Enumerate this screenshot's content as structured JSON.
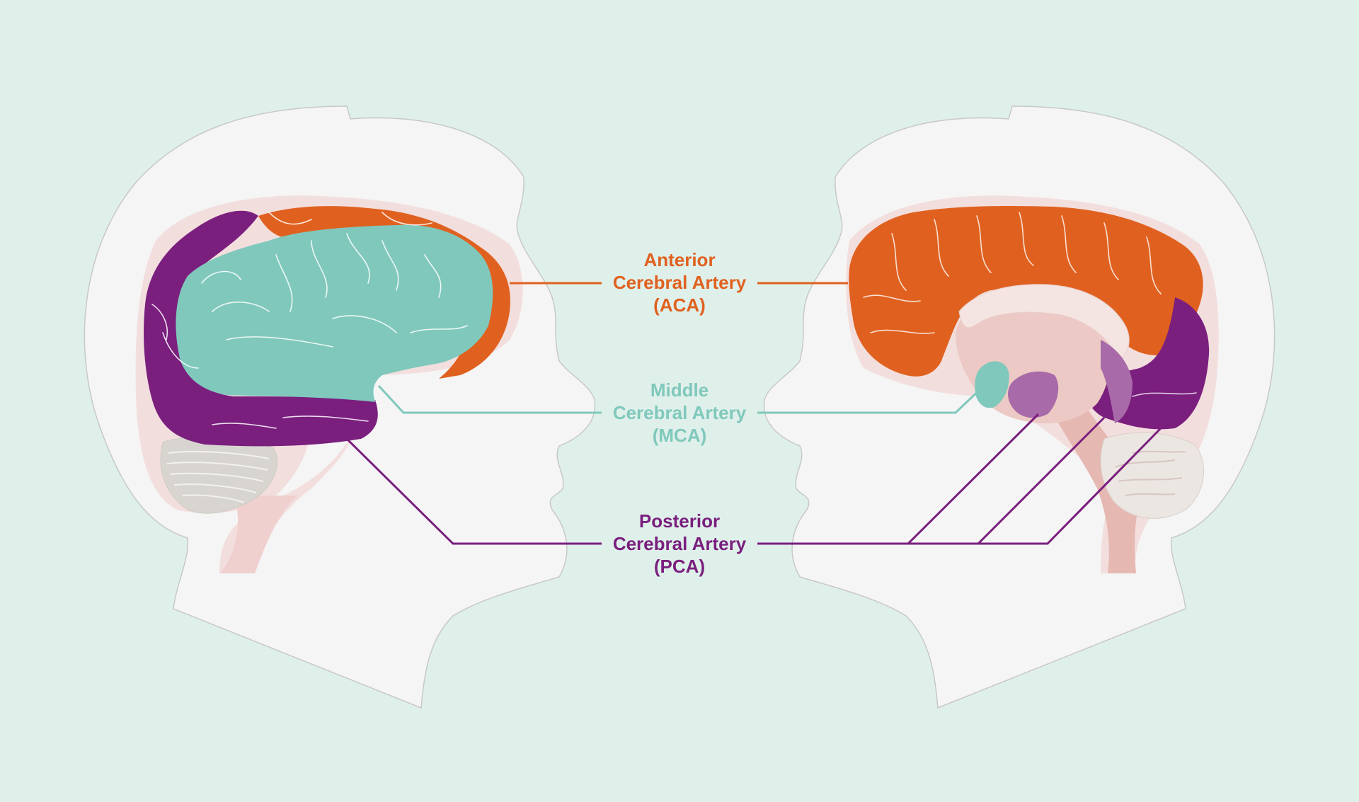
{
  "labels": {
    "aca": {
      "line1": "Anterior",
      "line2": "Cerebral Artery",
      "line3": "(ACA)"
    },
    "mca": {
      "line1": "Middle",
      "line2": "Cerebral Artery",
      "line3": "(MCA)"
    },
    "pca": {
      "line1": "Posterior",
      "line2": "Cerebral Artery",
      "line3": "(PCA)"
    }
  },
  "colors": {
    "background": "#dff0ea",
    "head": "#f5f5f5",
    "head_outline": "#c8c8c8",
    "tissue": "#f3dede",
    "aca": "#e0611f",
    "mca": "#80c8bc",
    "pca": "#7a1f7e",
    "cerebellum": "#d8d5d0",
    "brainstem": "#e6b8b2"
  }
}
